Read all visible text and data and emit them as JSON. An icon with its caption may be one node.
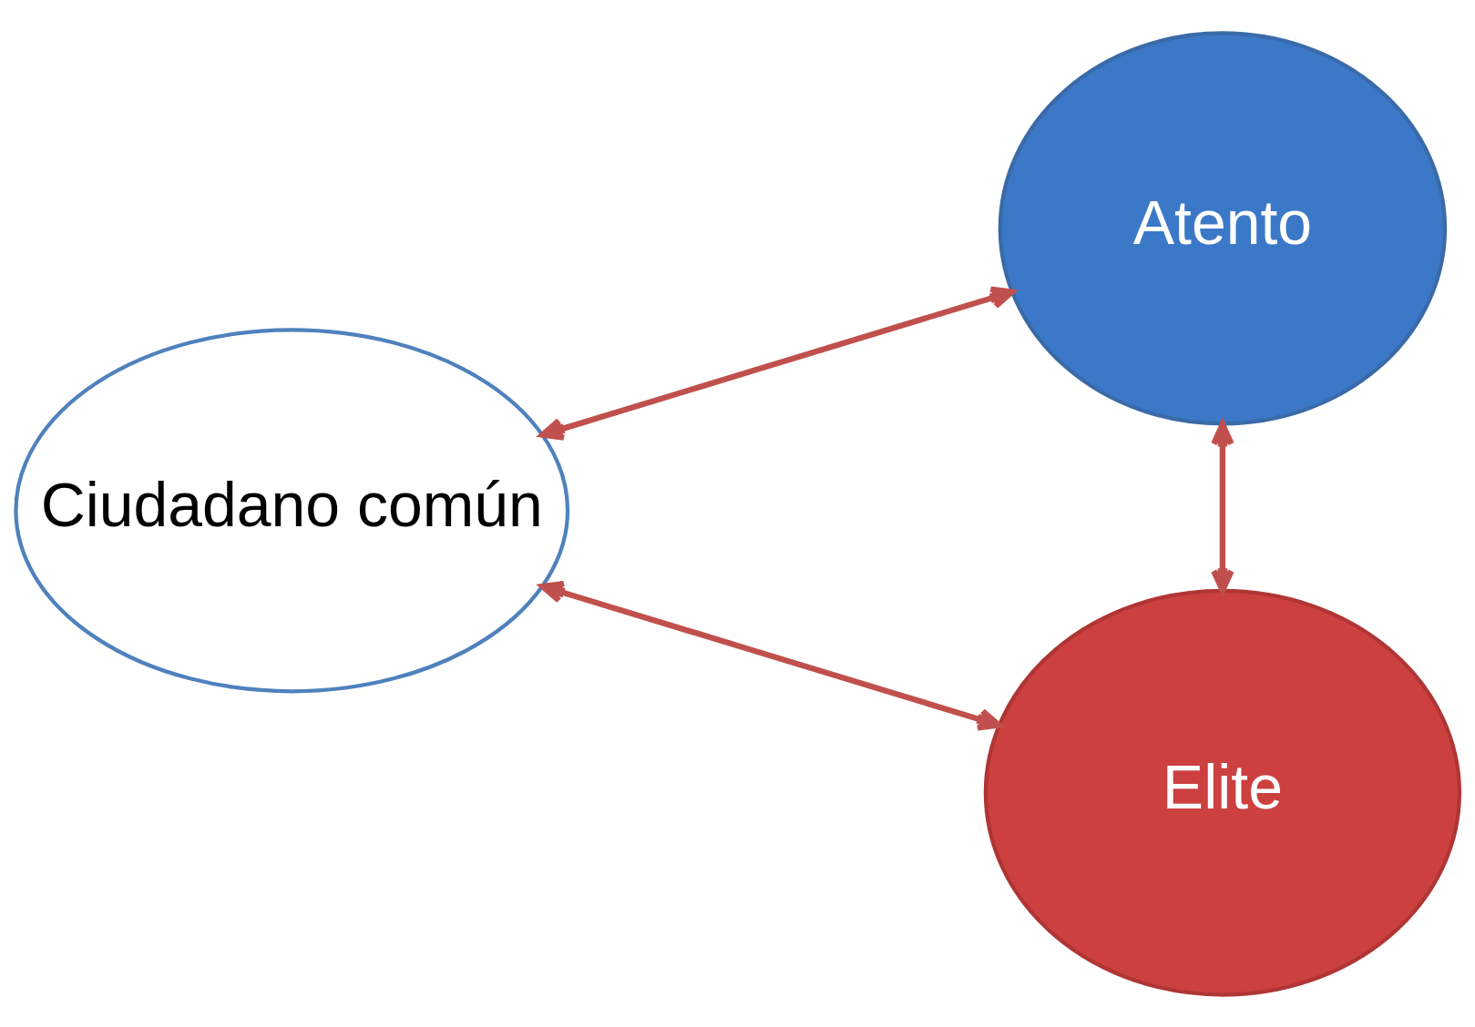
{
  "diagram": {
    "nodes": [
      {
        "text": [
          "Ciudadano común"
        ]
      },
      {
        "text": [
          "Atento"
        ]
      },
      {
        "text": [
          "Elite"
        ]
      }
    ],
    "edges": [
      {
        "from": 0,
        "to": 1,
        "arrow": "both"
      },
      {
        "from": 1,
        "to": 2,
        "arrow": "both"
      },
      {
        "from": 0,
        "to": 2,
        "arrow": "both"
      }
    ]
  }
}
